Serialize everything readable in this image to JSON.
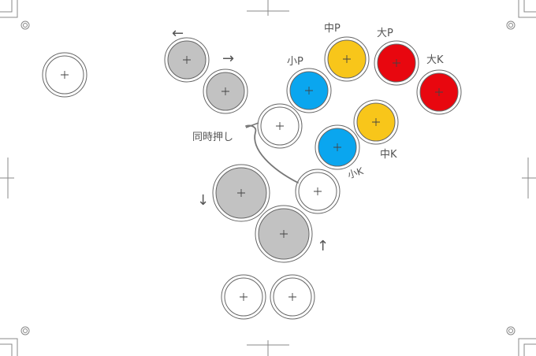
{
  "colors": {
    "gray": "#c2c2c2",
    "blue": "#0aa6ef",
    "yellow": "#f8c61a",
    "red": "#e8070f",
    "white": "#ffffff",
    "ring": "#666666",
    "ink": "#777777"
  },
  "buttons": [
    {
      "id": "select-button",
      "color": "white"
    },
    {
      "id": "left-button",
      "color": "gray"
    },
    {
      "id": "right-button",
      "color": "gray"
    },
    {
      "id": "light-punch-button",
      "color": "blue"
    },
    {
      "id": "medium-punch-button",
      "color": "yellow"
    },
    {
      "id": "heavy-punch-button",
      "color": "red"
    },
    {
      "id": "heavy-kick-button",
      "color": "red"
    },
    {
      "id": "macro-button",
      "color": "white"
    },
    {
      "id": "medium-kick-button",
      "color": "yellow"
    },
    {
      "id": "light-kick-button",
      "color": "blue"
    },
    {
      "id": "down-button",
      "color": "gray"
    },
    {
      "id": "simul-press-button",
      "color": "white"
    },
    {
      "id": "up-button",
      "color": "gray"
    },
    {
      "id": "start-button",
      "color": "white"
    },
    {
      "id": "extra-button",
      "color": "white"
    }
  ],
  "labels": {
    "light_punch": "小P",
    "medium_punch": "中P",
    "heavy_punch": "大P",
    "heavy_kick": "大K",
    "light_kick": "小K",
    "medium_kick": "中K",
    "simultaneous_press": "同時押し"
  },
  "arrows": {
    "left": "←",
    "right": "→",
    "down": "↓",
    "up": "↑"
  }
}
